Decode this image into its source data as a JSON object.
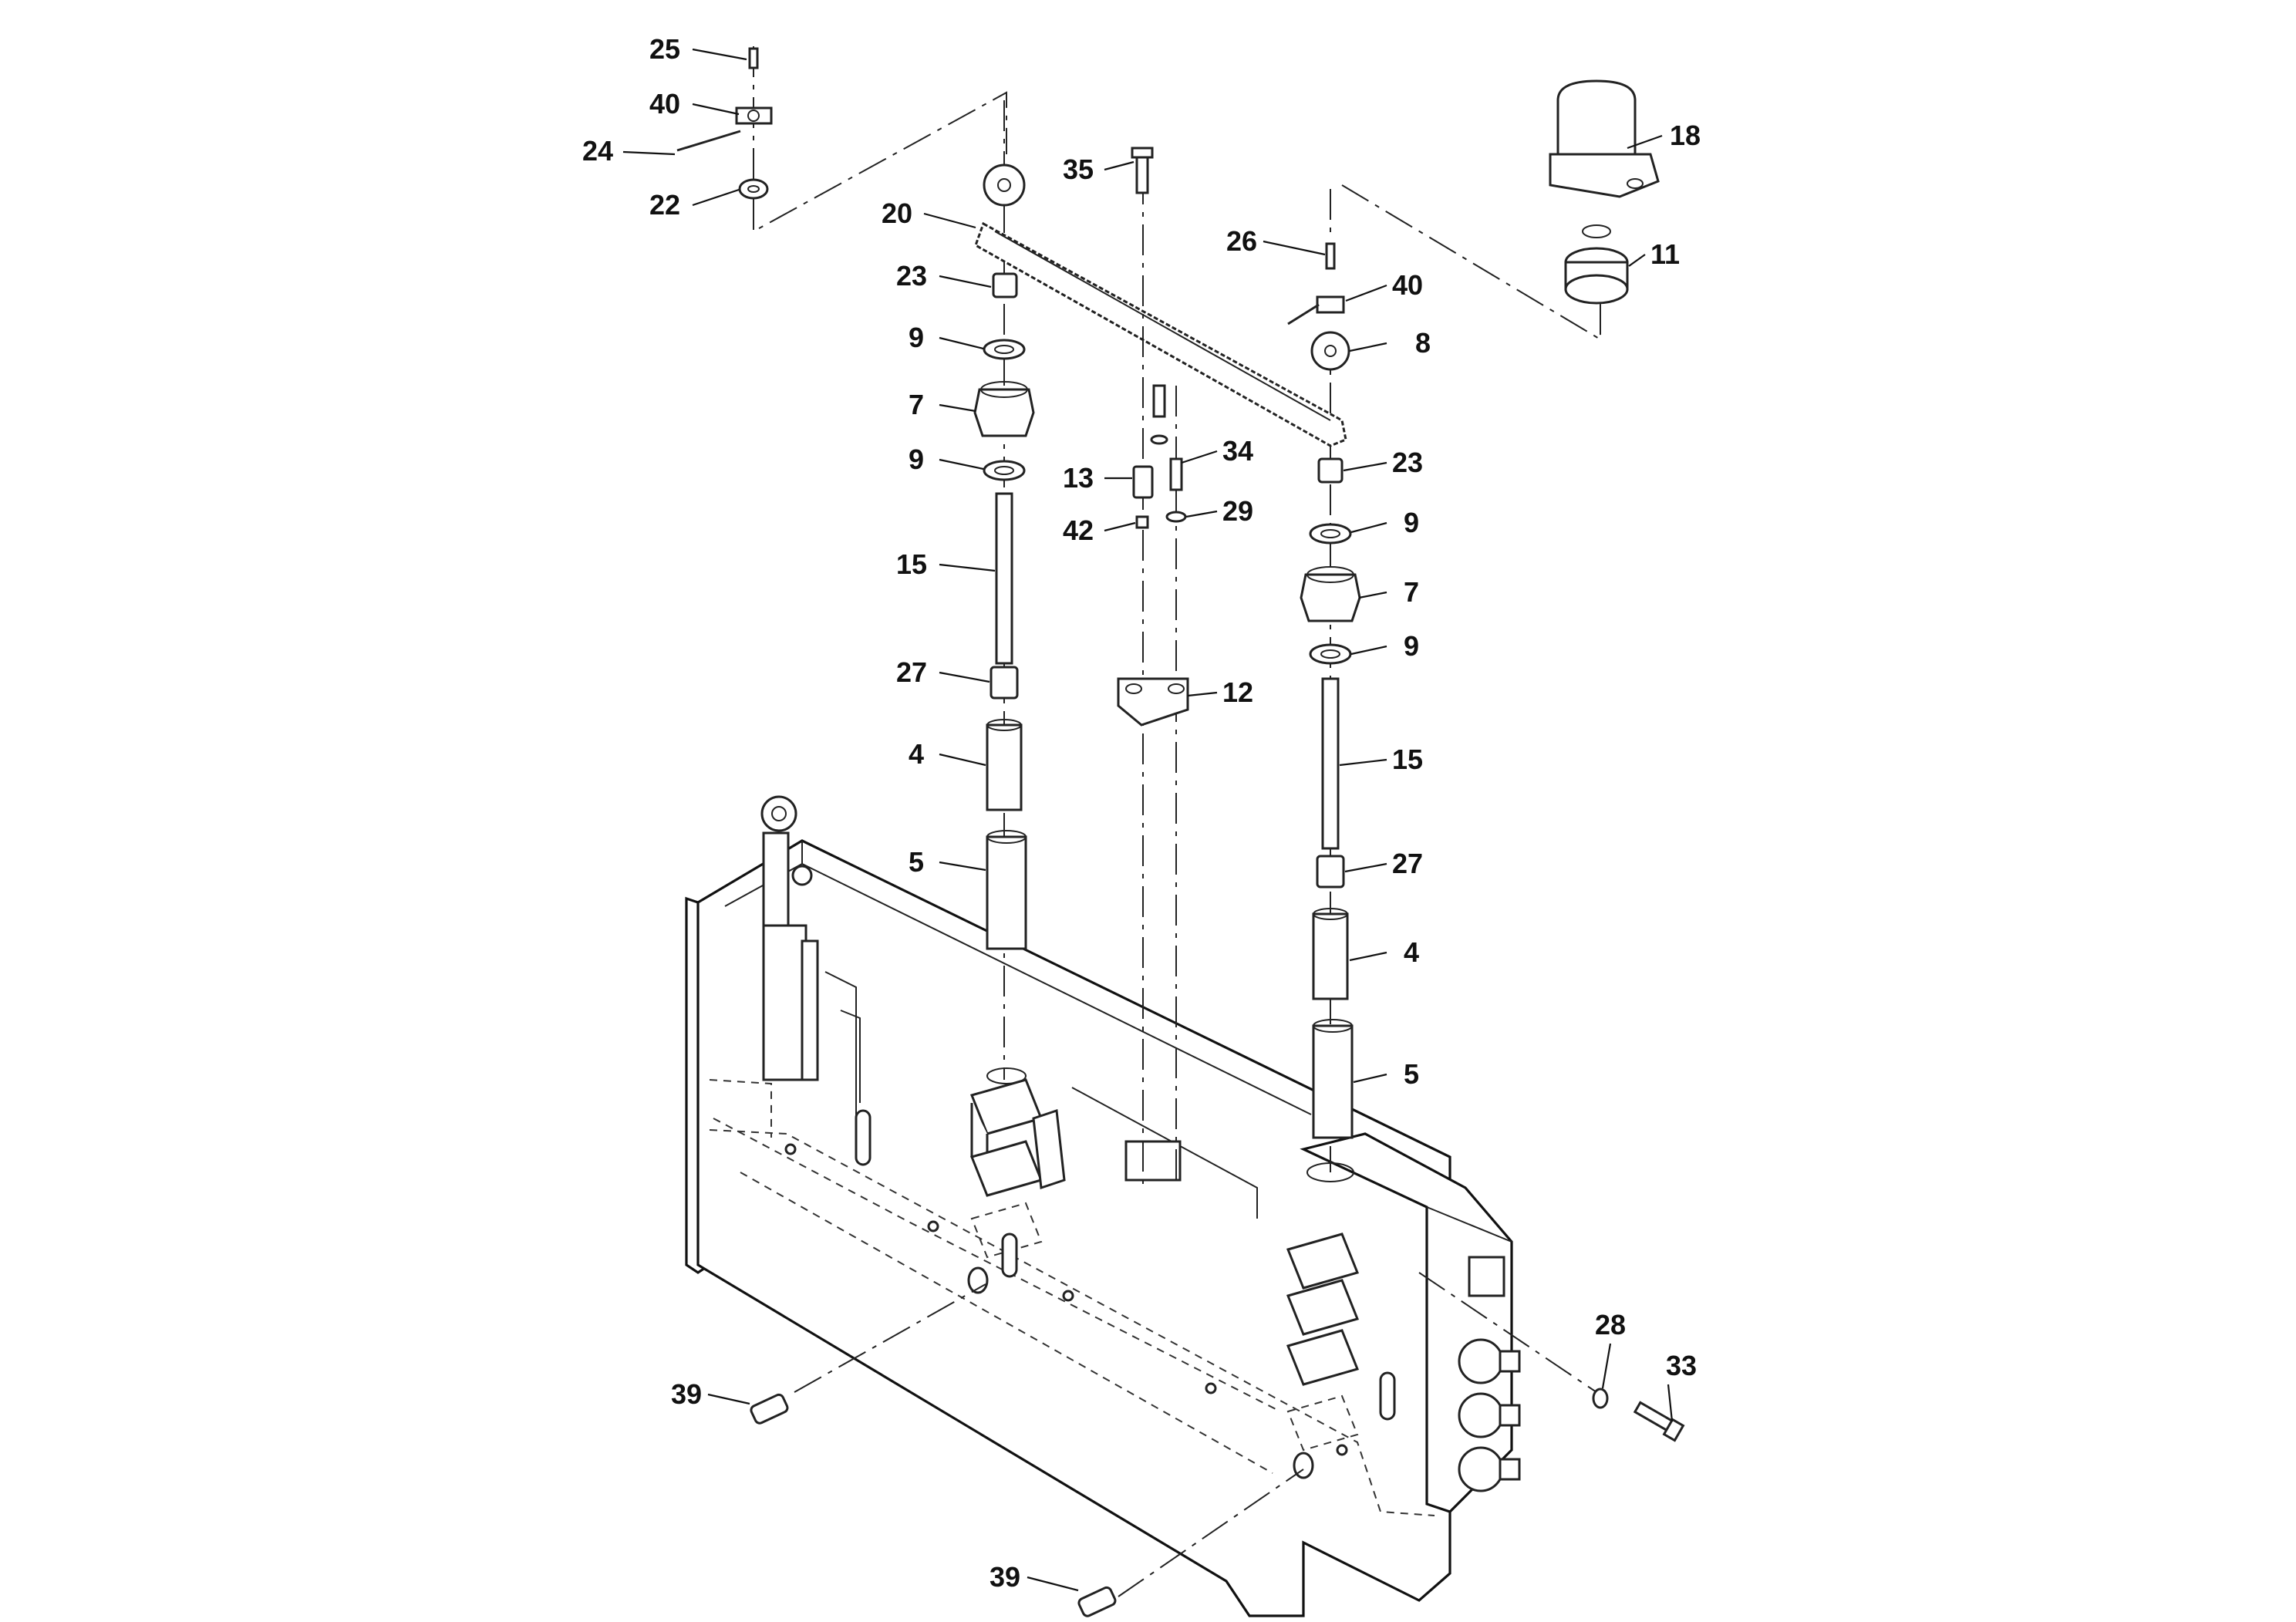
{
  "callouts": {
    "c25": "25",
    "c40a": "40",
    "c24": "24",
    "c22": "22",
    "c35": "35",
    "c20": "20",
    "c23a": "23",
    "c9a": "9",
    "c7a": "7",
    "c9b": "9",
    "c15a": "15",
    "c27a": "27",
    "c4a": "4",
    "c5a": "5",
    "c13": "13",
    "c42": "42",
    "c34": "34",
    "c29": "29",
    "c12": "12",
    "c26": "26",
    "c40b": "40",
    "c8": "8",
    "c18": "18",
    "c11": "11",
    "c23b": "23",
    "c9c": "9",
    "c7b": "7",
    "c9d": "9",
    "c15b": "15",
    "c27b": "27",
    "c4b": "4",
    "c5b": "5",
    "c28": "28",
    "c33": "33",
    "c39a": "39",
    "c39b": "39"
  }
}
